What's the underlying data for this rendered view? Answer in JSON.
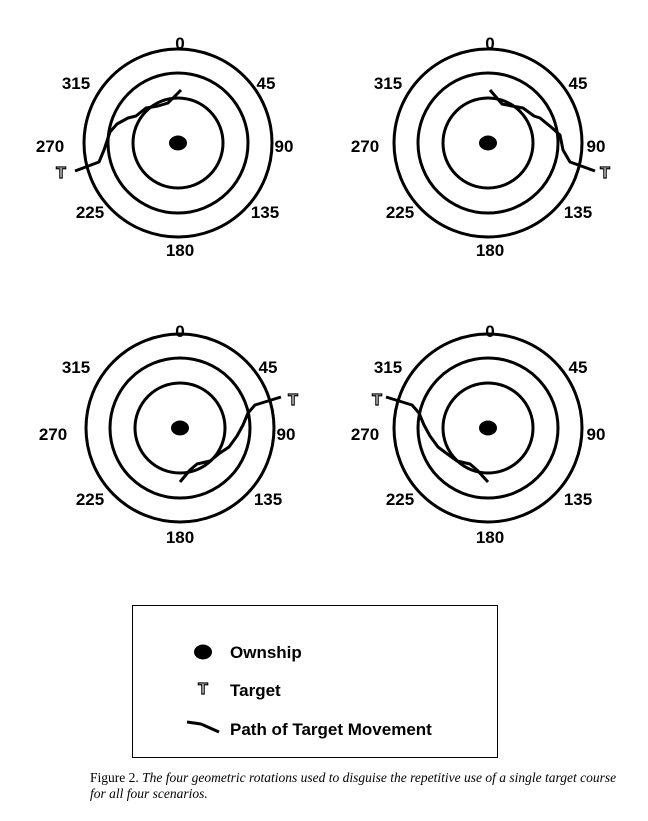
{
  "diagrams": [
    {
      "id": "top-left",
      "labels": [
        "0",
        "45",
        "90",
        "135",
        "180",
        "225",
        "270",
        "315"
      ]
    },
    {
      "id": "top-right",
      "labels": [
        "0",
        "45",
        "90",
        "135",
        "180",
        "225",
        "270",
        "315"
      ]
    },
    {
      "id": "bottom-left",
      "labels": [
        "0",
        "45",
        "90",
        "135",
        "180",
        "225",
        "270",
        "315"
      ]
    },
    {
      "id": "bottom-right",
      "labels": [
        "0",
        "45",
        "90",
        "135",
        "180",
        "225",
        "270",
        "315"
      ]
    }
  ],
  "legend": {
    "ownship": "Ownship",
    "target": "Target",
    "target_symbol": "T",
    "path": "Path of Target Movement"
  },
  "caption": {
    "lead": "Figure 2.",
    "body": "The four geometric rotations used to disguise the repetitive use of a single target course for all four scenarios."
  },
  "colors": {
    "ink": "#000000",
    "background": "#ffffff"
  }
}
